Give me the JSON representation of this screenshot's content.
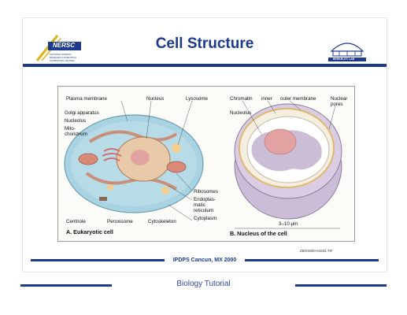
{
  "slide": {
    "title": "Cell Structure",
    "footer": "IPDPS Cancun, MX 2000",
    "figure_code": "ZBOS800-01631.TIF"
  },
  "logos": {
    "left_text": "NERSC",
    "left_subtext": "NATIONAL ENERGY RESEARCH SCIENTIFIC COMPUTING CENTER",
    "right_text": "BERKELEY LAB"
  },
  "panel_a": {
    "caption": "A. Eukaryotic cell",
    "labels": {
      "plasma_membrane": "Plasma membrane",
      "nucleus": "Nucleus",
      "lysosome": "Lysosome",
      "golgi": "Golgi apparatus",
      "nucleolus": "Nucleolus",
      "mito": "Mito-",
      "chondrium": "chondrium",
      "ribosomes": "Ribosomes",
      "er1": "Endoplas-",
      "er2": "matic",
      "er3": "reticulum",
      "cytoplasm": "Cytoplasm",
      "centriole": "Centriole",
      "peroxisome": "Peroxisome",
      "cytoskeleton": "Cytoskeleton"
    }
  },
  "panel_b": {
    "caption": "B. Nucleus of the cell",
    "labels": {
      "chromatin": "Chromatin",
      "inner": "inner",
      "outer": "outer membrane",
      "nuclear1": "Nuclear",
      "nuclear2": "pores",
      "nucleolus": "Nucleolus",
      "scale": "3–10 μm"
    }
  },
  "page": {
    "footer_title": "Biology Tutorial"
  },
  "colors": {
    "brand": "#1d3a8c",
    "cytoplasm": "#a9d3e3",
    "nucleus": "#e8c9a8",
    "nucleolus": "#e3a2a2",
    "mitochondria": "#d98a76"
  }
}
